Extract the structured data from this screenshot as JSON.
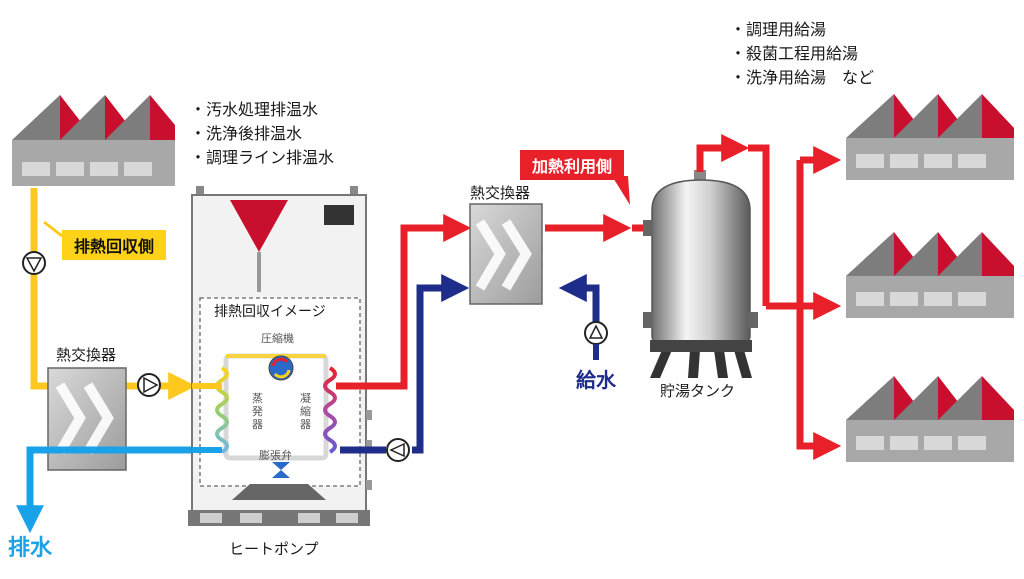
{
  "source_list": [
    "・汚水処理排温水",
    "・洗浄後排温水",
    "・調理ライン排温水"
  ],
  "use_list": [
    "・調理用給湯",
    "・殺菌工程用給湯",
    "・洗浄用給湯　など"
  ],
  "badges": {
    "recovery_side": "排熱回収側",
    "heating_side": "加熱利用側"
  },
  "labels": {
    "heat_exchanger_left": "熱交換器",
    "heat_exchanger_right": "熱交換器",
    "heat_pump": "ヒートポンプ",
    "storage_tank": "貯湯タンク",
    "drain": "排水",
    "water_supply": "給水",
    "hp_inner_title": "排熱回収イメージ",
    "compressor": "圧縮機",
    "expansion_valve": "膨張弁",
    "evaporator": "蒸発器",
    "condenser": "凝縮器"
  },
  "colors": {
    "hot": "#e8202a",
    "waste_heat": "#ffc81e",
    "drain": "#1aa2e8",
    "supply": "#1f2d8a",
    "factory_roof": "#c8102e",
    "factory_body": "#9a9a9a"
  }
}
